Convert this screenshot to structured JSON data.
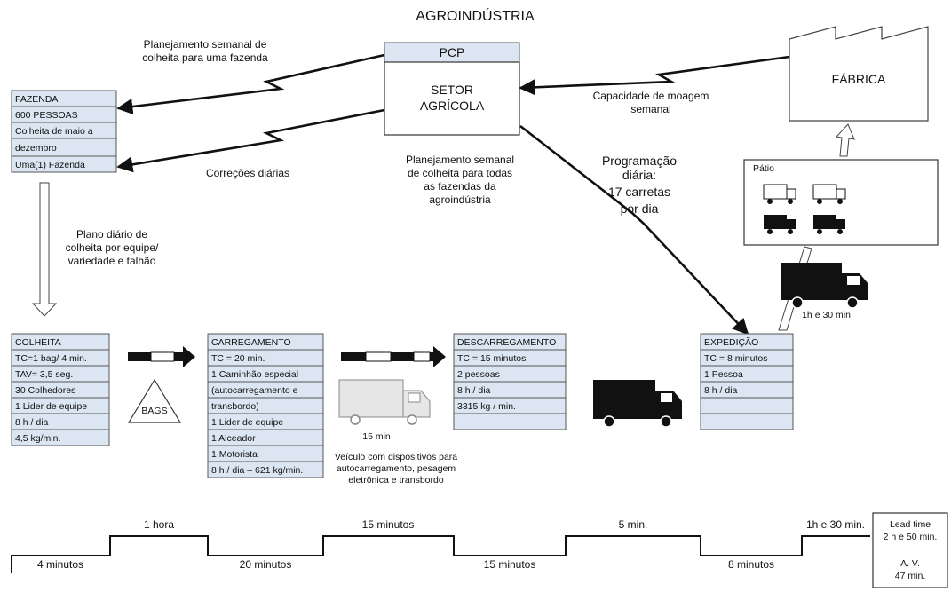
{
  "title": "AGROINDÚSTRIA",
  "pcp": {
    "header": "PCP",
    "line1": "SETOR",
    "line2": "AGRÍCOLA"
  },
  "fabrica": "FÁBRICA",
  "fazenda": {
    "rows": [
      "FAZENDA",
      "600 PESSOAS",
      "Colheita de maio a",
      "dezembro",
      "Uma(1) Fazenda"
    ]
  },
  "notes": {
    "plan_fazenda": [
      "Planejamento semanal de",
      "colheita para uma fazenda"
    ],
    "correcoes": "Correções diárias",
    "capacidade": [
      "Capacidade de moagem",
      "semanal"
    ],
    "plan_todas": [
      "Planejamento semanal",
      "de colheita para todas",
      "as fazendas da",
      "agroindústria"
    ],
    "programacao": [
      "Programação",
      "diária:",
      "17 carretas",
      "por dia"
    ],
    "plano_diario": [
      "Plano diário de",
      "colheita por equipe/",
      "variedade e talhão"
    ],
    "patio": "Pátio",
    "truck_time": "1h e 30 min.",
    "bags": "BAGS",
    "veh_time": "15 min",
    "veiculo": [
      "Veículo com dispositivos para",
      "autocarregamento, pesagem",
      "eletrônica e transbordo"
    ]
  },
  "processes": {
    "colheita": [
      "COLHEITA",
      "TC=1 bag/ 4 min.",
      "TAV= 3,5 seg.",
      "30 Colhedores",
      "1 Lider de equipe",
      "8 h / dia",
      "4,5 kg/min."
    ],
    "carregamento": [
      "CARREGAMENTO",
      "TC = 20 min.",
      "1 Caminhão especial",
      "(autocarregamento e",
      "transbordo)",
      "1 Lider de equipe",
      "1 Alceador",
      "1 Motorista",
      "8 h / dia – 621 kg/min."
    ],
    "descarregamento": [
      "DESCARREGAMENTO",
      "TC = 15  minutos",
      "2 pessoas",
      "8 h / dia",
      "3315 kg / min.",
      ""
    ],
    "expedicao": [
      "EXPEDIÇÃO",
      "TC = 8 minutos",
      "1 Pessoa",
      "8 h / dia",
      "",
      ""
    ]
  },
  "timeline": {
    "upper": [
      "1 hora",
      "15 minutos",
      "5 min.",
      "1h e 30 min."
    ],
    "lower": [
      "4 minutos",
      "20 minutos",
      "15 minutos",
      "8 minutos"
    ],
    "lead_time": [
      "Lead time",
      "2 h e 50 min."
    ],
    "av": [
      "A. V.",
      "47 min."
    ]
  }
}
